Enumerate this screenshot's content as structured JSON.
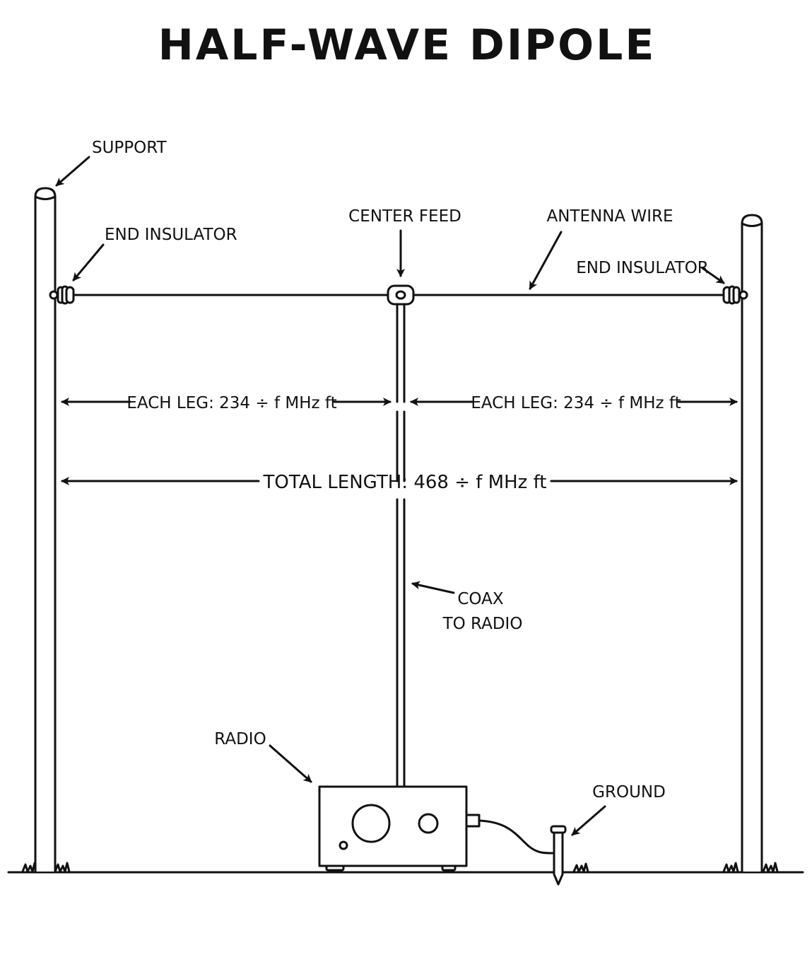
{
  "title": "HALF-WAVE DIPOLE",
  "labels": {
    "support": "SUPPORT",
    "end_insulator_left": "END INSULATOR",
    "center_feed": "CENTER FEED",
    "antenna_wire": "ANTENNA WIRE",
    "end_insulator_right": "END INSULATOR",
    "coax_line1": "COAX",
    "coax_line2": "TO RADIO",
    "radio": "RADIO",
    "ground": "GROUND"
  },
  "dimensions": {
    "each_leg_left": "EACH LEG: 234 ÷ f MHz ft",
    "each_leg_right": "EACH LEG: 234 ÷ f MHz ft",
    "total_length": "TOTAL LENGTH: 468 ÷ f MHz ft"
  }
}
